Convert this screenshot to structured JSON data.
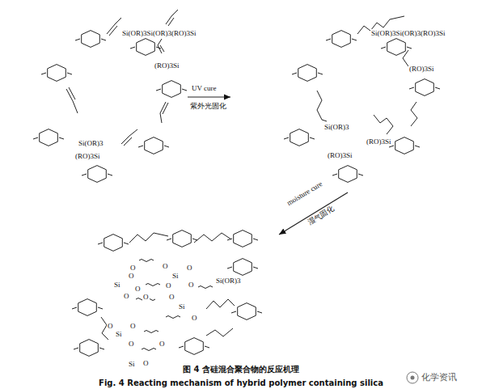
{
  "diagram": {
    "caption": "图 4 含硅混合聚合物的反应机理",
    "labels": [
      "Si(OR)3Si(OR)3(RO)3Si",
      "(RO)3Si",
      "Si(OR)3",
      "(RO)3Si",
      "UV cure",
      "紫外光固化",
      "Si(OR)3Si(OR)3(RO)3Si",
      "(RO)3Si",
      "Si(OR)3",
      "(RO)3Si",
      "(RO)3Si",
      "moisture cure",
      "湿气固化",
      "Si",
      "O",
      "O",
      "O",
      "O",
      "O",
      "Si",
      "O",
      "O",
      "O",
      "O",
      "Si",
      "O",
      "O",
      "Si(OR)3",
      "Si",
      "O",
      "O",
      "O",
      "O",
      "O",
      "Si",
      "Fig. 4 Reacting mechanism of hybrid polymer containing silica",
      "化学资讯"
    ]
  }
}
